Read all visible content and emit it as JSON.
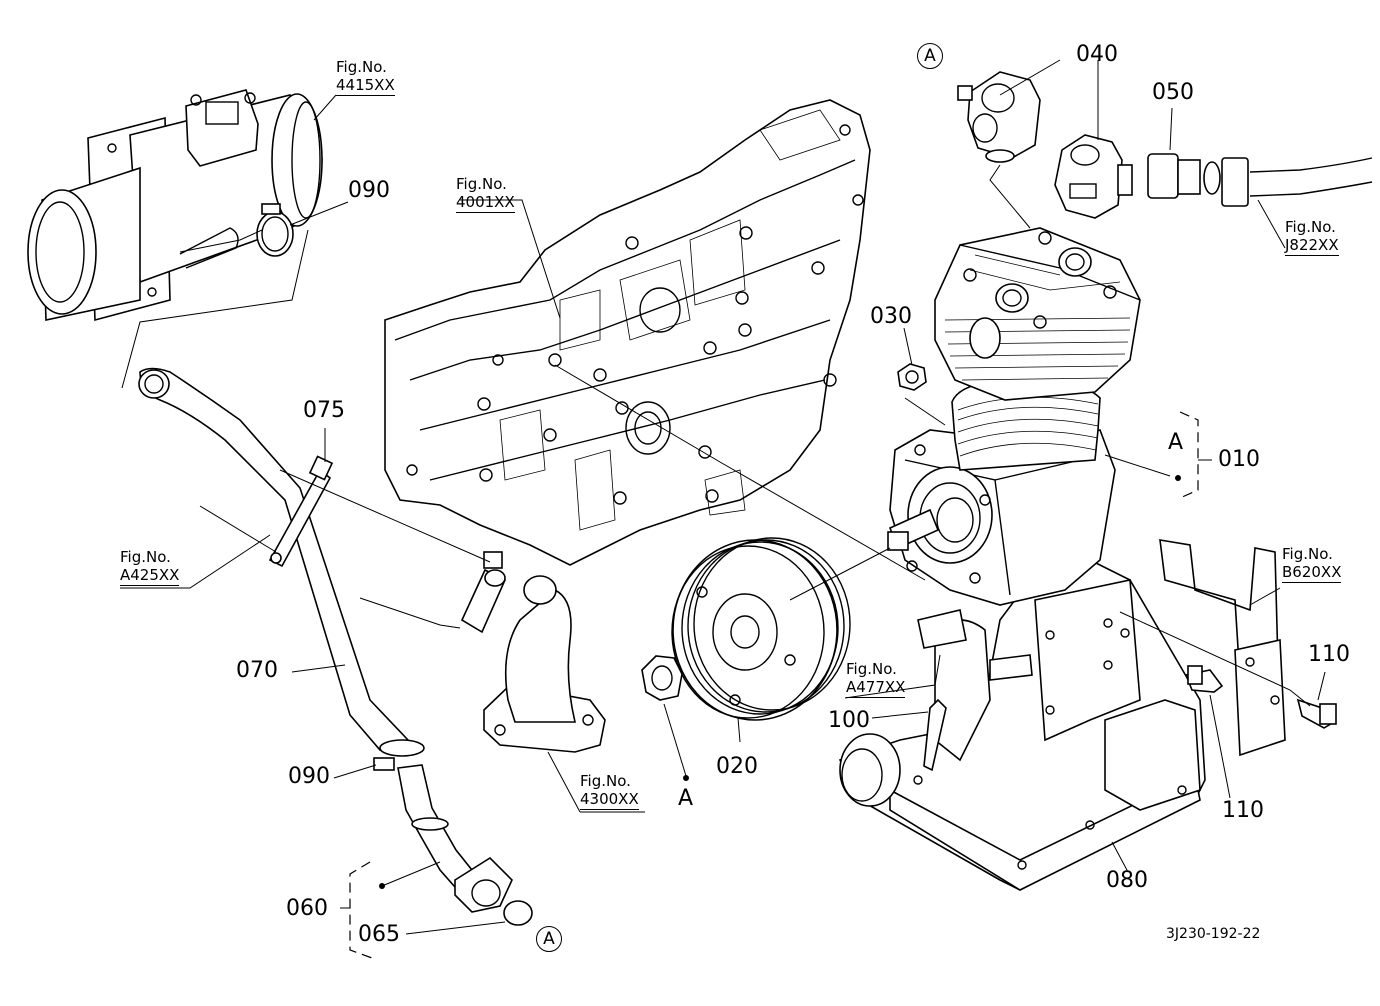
{
  "parts": {
    "p010": "010",
    "p020": "020",
    "p030": "030",
    "p040": "040",
    "p050": "050",
    "p060": "060",
    "p065": "065",
    "p070": "070",
    "p075": "075",
    "p080": "080",
    "p090_top": "090",
    "p090_bottom": "090",
    "p100": "100",
    "p110_right": "110",
    "p110_bottom": "110"
  },
  "figures": {
    "fig_label": "Fig.No.",
    "f4415": "4415XX",
    "f4001": "4001XX",
    "fA425": "A425XX",
    "f4300": "4300XX",
    "fA477": "A477XX",
    "fB620": "B620XX",
    "fJ822": "J822XX"
  },
  "markers": {
    "circled_a": "A",
    "plain_a": "A"
  },
  "drawing_code": "3J230-192-22"
}
